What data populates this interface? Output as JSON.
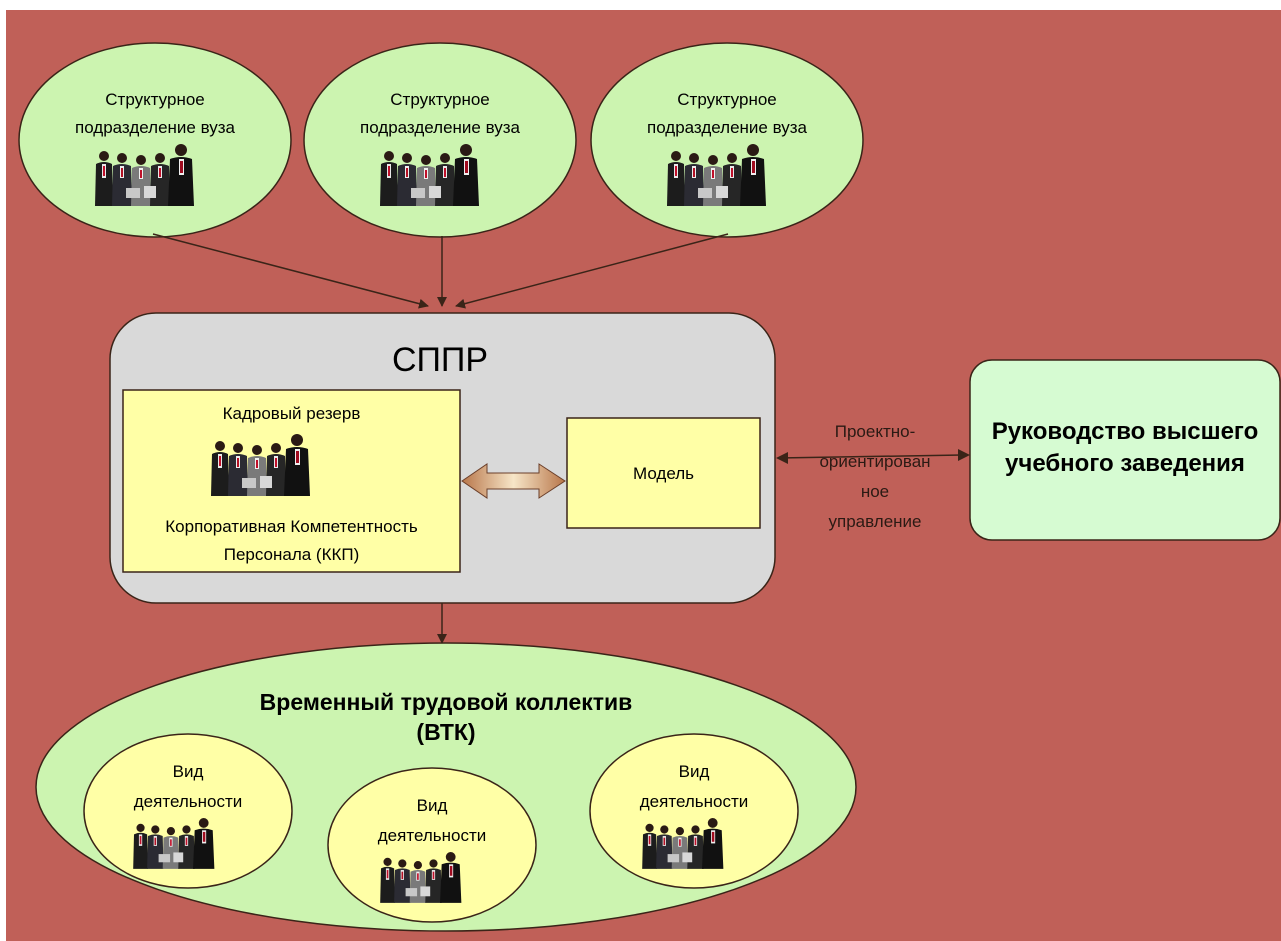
{
  "colors": {
    "background": "#c06058",
    "ellipse_fill": "#ccf4b0",
    "sppr_fill": "#d9d9d9",
    "box_fill": "#ffffa6",
    "leadership_fill": "#d6fbd2",
    "line": "#3a2418"
  },
  "top_units": [
    {
      "line1": "Структурное",
      "line2": "подразделение вуза",
      "icon": "people-group-icon"
    },
    {
      "line1": "Структурное",
      "line2": "подразделение вуза",
      "icon": "people-group-icon"
    },
    {
      "line1": "Структурное",
      "line2": "подразделение вуза",
      "icon": "people-group-icon"
    }
  ],
  "sppr": {
    "title": "СППР",
    "reserve": {
      "title": "Кадровый резерв",
      "line1": "Корпоративная Компетентность",
      "line2": "Персонала (ККП)"
    },
    "model": "Модель"
  },
  "connector_label": {
    "line1": "Проектно-",
    "line2": "ориентирован",
    "line3": "ное",
    "line4": "управление"
  },
  "leadership": {
    "line1": "Руководство высшего",
    "line2": "учебного заведения"
  },
  "vtk": {
    "line1": "Временный трудовой коллектив",
    "line2": "(ВТК)",
    "activities": [
      {
        "line1": "Вид",
        "line2": "деятельности"
      },
      {
        "line1": "Вид",
        "line2": "деятельности"
      },
      {
        "line1": "Вид",
        "line2": "деятельности"
      }
    ]
  }
}
